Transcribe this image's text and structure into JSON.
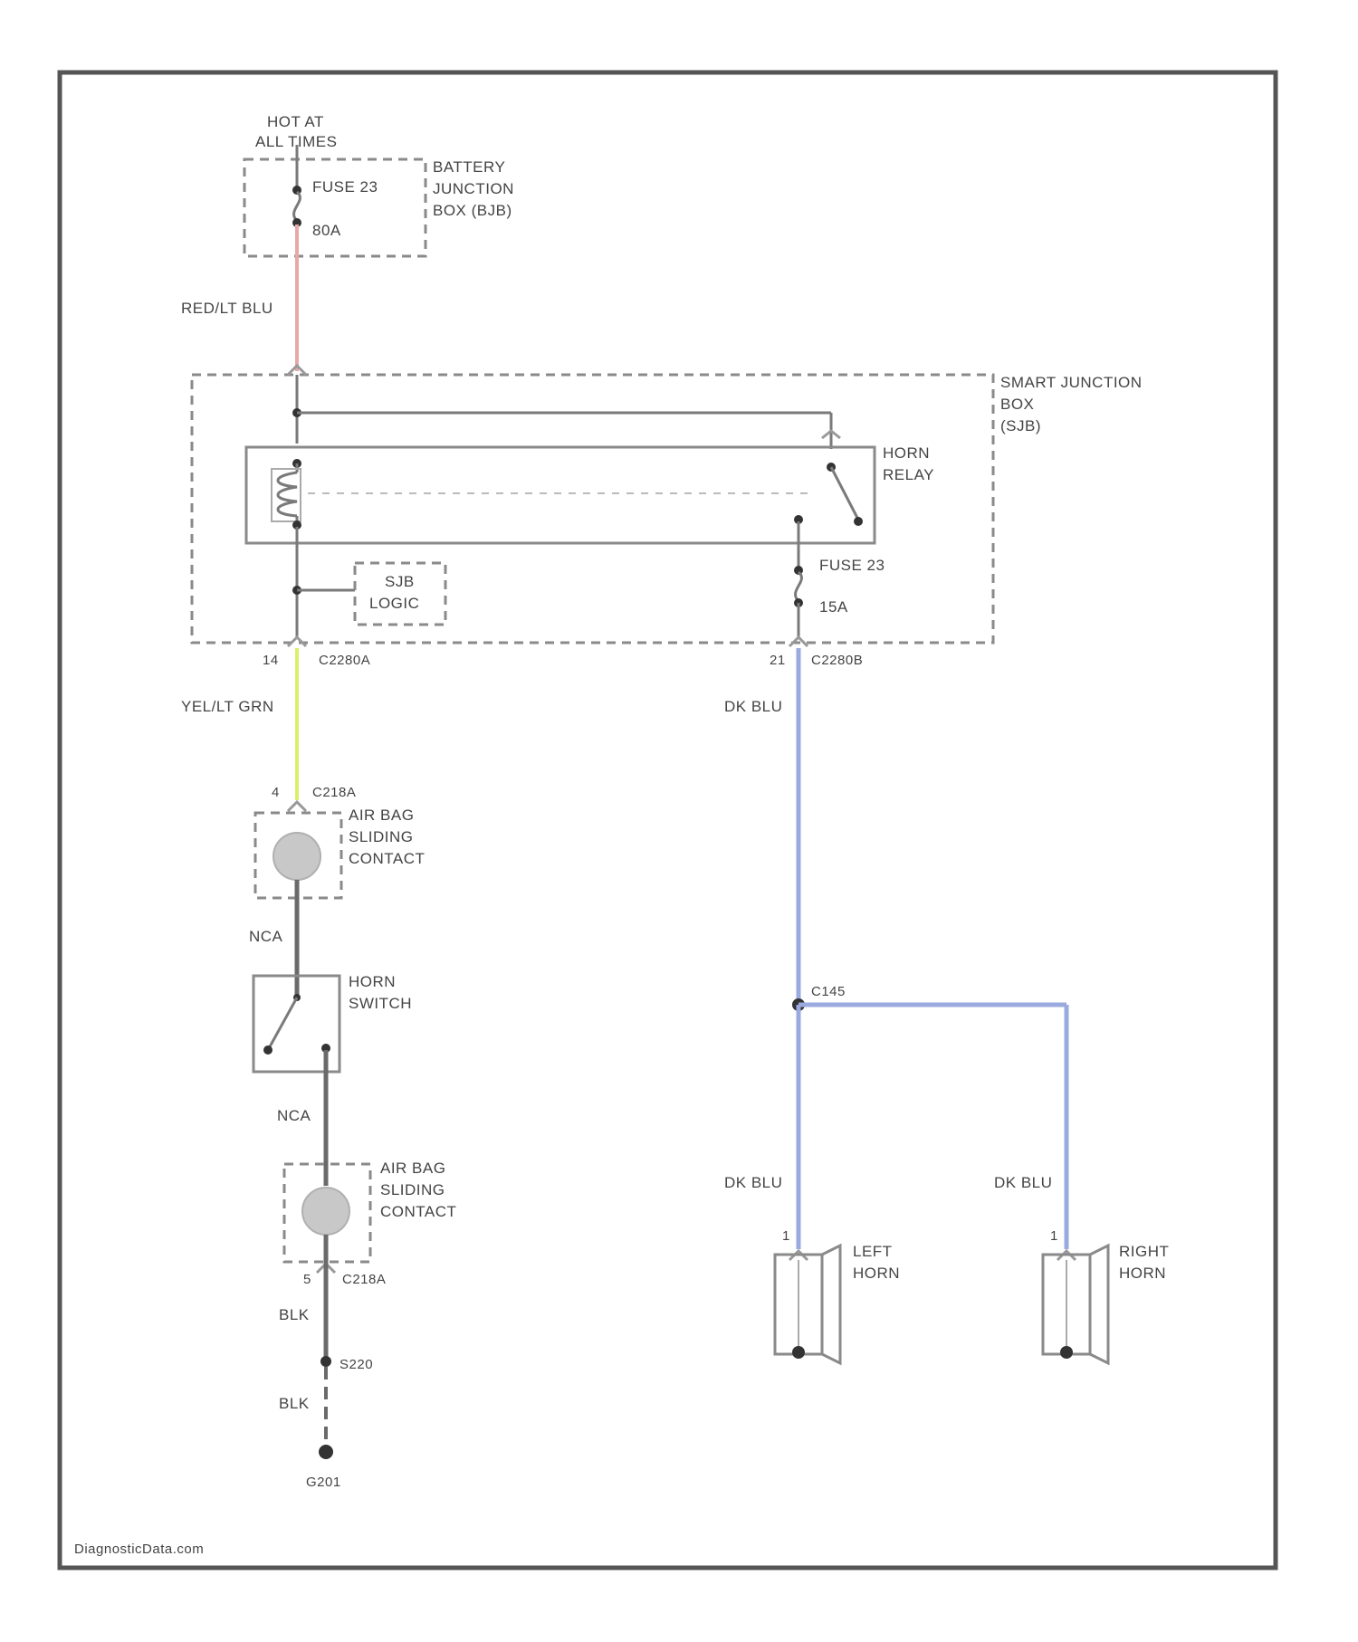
{
  "labels": {
    "hot_at_all_times": [
      "HOT AT",
      "ALL TIMES"
    ],
    "battery_junction_box": [
      "BATTERY",
      "JUNCTION",
      "BOX (BJB)"
    ],
    "fuse_top": "FUSE 23",
    "fuse_top_rating": "80A",
    "wire_red_lt_blu": "RED/LT BLU",
    "smart_junction_box": [
      "SMART JUNCTION",
      "BOX",
      "(SJB)"
    ],
    "horn_relay": [
      "HORN",
      "RELAY"
    ],
    "fuse_sjb": "FUSE 23",
    "fuse_sjb_rating": "15A",
    "sjb_logic": [
      "SJB",
      "LOGIC"
    ],
    "pin_14": "14",
    "conn_c2280a": "C2280A",
    "pin_21": "21",
    "conn_c2280b": "C2280B",
    "wire_yel_lt_grn": "YEL/LT GRN",
    "wire_dk_blu_top": "DK BLU",
    "pin_4": "4",
    "conn_c218a_top": "C218A",
    "air_bag_contact_top": [
      "AIR BAG",
      "SLIDING",
      "CONTACT"
    ],
    "wire_nca_top": "NCA",
    "horn_switch": [
      "HORN",
      "SWITCH"
    ],
    "wire_nca_bottom": "NCA",
    "air_bag_contact_bottom": [
      "AIR BAG",
      "SLIDING",
      "CONTACT"
    ],
    "pin_5": "5",
    "conn_c218a_bottom": "C218A",
    "wire_blk_1": "BLK",
    "splice_s220": "S220",
    "wire_blk_2": "BLK",
    "ground_g201": "G201",
    "splice_c145": "C145",
    "wire_dk_blu_left": "DK BLU",
    "wire_dk_blu_right": "DK BLU",
    "pin_left_horn": "1",
    "pin_right_horn": "1",
    "left_horn": [
      "LEFT",
      "HORN"
    ],
    "right_horn": [
      "RIGHT",
      "HORN"
    ],
    "watermark": "DiagnosticData.com"
  },
  "colors": {
    "wire_red_lt_blu": "#e8a8a8",
    "wire_yel_lt_grn": "#d8f06a",
    "wire_dk_blu": "#9aaadf",
    "frame": "#555555",
    "component_fill": "#c8c8c8"
  }
}
